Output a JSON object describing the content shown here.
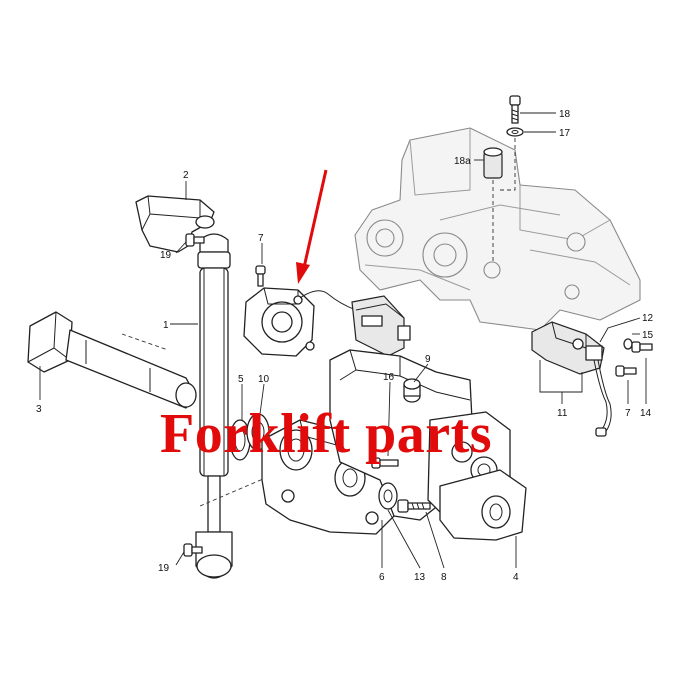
{
  "watermark": "Forklift  parts",
  "accent_color": "#e10b0b",
  "callouts": {
    "c1": "1",
    "c2": "2",
    "c3": "3",
    "c4": "4",
    "c5": "5",
    "c6": "6",
    "c7a": "7",
    "c7b": "7",
    "c8": "8",
    "c9": "9",
    "c10": "10",
    "c11": "11",
    "c12": "12",
    "c13": "13",
    "c14": "14",
    "c15": "15",
    "c16": "16",
    "c17": "17",
    "c18": "18",
    "c18a": "18a",
    "c19a": "19",
    "c19b": "19"
  }
}
